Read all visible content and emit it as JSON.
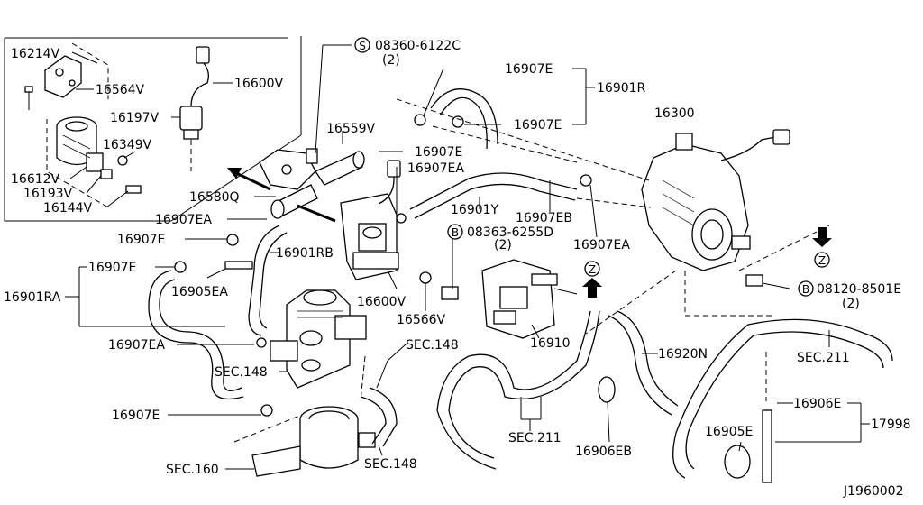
{
  "diagram_id": "J1960002",
  "callouts": [
    {
      "id": "c1",
      "text": "16214V"
    },
    {
      "id": "c2",
      "text": "16564V"
    },
    {
      "id": "c3",
      "text": "16600V"
    },
    {
      "id": "c4",
      "text": "16197V"
    },
    {
      "id": "c5",
      "text": "16349V"
    },
    {
      "id": "c6",
      "text": "16612V"
    },
    {
      "id": "c7",
      "text": "16193V"
    },
    {
      "id": "c8",
      "text": "16144V"
    },
    {
      "id": "c9",
      "text": "08360-6122C"
    },
    {
      "id": "c10",
      "text": "(2)"
    },
    {
      "id": "c11",
      "text": "16907E"
    },
    {
      "id": "c12",
      "text": "16901R"
    },
    {
      "id": "c13",
      "text": "16907E"
    },
    {
      "id": "c14",
      "text": "16300"
    },
    {
      "id": "c15",
      "text": "16559V"
    },
    {
      "id": "c16",
      "text": "16907E"
    },
    {
      "id": "c17",
      "text": "16907EA"
    },
    {
      "id": "c18",
      "text": "16580Q"
    },
    {
      "id": "c19",
      "text": "16901Y"
    },
    {
      "id": "c20",
      "text": "16907EB"
    },
    {
      "id": "c21",
      "text": "16907EA"
    },
    {
      "id": "c22",
      "text": "08363-6255D"
    },
    {
      "id": "c23",
      "text": "(2)"
    },
    {
      "id": "c24",
      "text": "16907EA"
    },
    {
      "id": "c25",
      "text": "16907E"
    },
    {
      "id": "c26",
      "text": "16901RB"
    },
    {
      "id": "c27",
      "text": "16907E"
    },
    {
      "id": "c28",
      "text": "16905EA"
    },
    {
      "id": "c29",
      "text": "16901RA"
    },
    {
      "id": "c30",
      "text": "16600V"
    },
    {
      "id": "c31",
      "text": "16566V"
    },
    {
      "id": "c32",
      "text": "16910"
    },
    {
      "id": "c33",
      "text": "08120-8501E"
    },
    {
      "id": "c34",
      "text": "(2)"
    },
    {
      "id": "c35",
      "text": "16907EA"
    },
    {
      "id": "c36",
      "text": "SEC.148"
    },
    {
      "id": "c37",
      "text": "SEC.148"
    },
    {
      "id": "c38",
      "text": "16920N"
    },
    {
      "id": "c39",
      "text": "SEC.211"
    },
    {
      "id": "c40",
      "text": "16907E"
    },
    {
      "id": "c41",
      "text": "SEC.211"
    },
    {
      "id": "c42",
      "text": "16906E"
    },
    {
      "id": "c43",
      "text": "17998"
    },
    {
      "id": "c44",
      "text": "16905E"
    },
    {
      "id": "c45",
      "text": "16906EB"
    },
    {
      "id": "c46",
      "text": "SEC.160"
    },
    {
      "id": "c47",
      "text": "SEC.148"
    }
  ],
  "markers": {
    "s_marker": "S",
    "b_marker_1": "B",
    "b_marker_2": "B",
    "z_marker_1": "Z",
    "z_marker_2": "Z"
  }
}
